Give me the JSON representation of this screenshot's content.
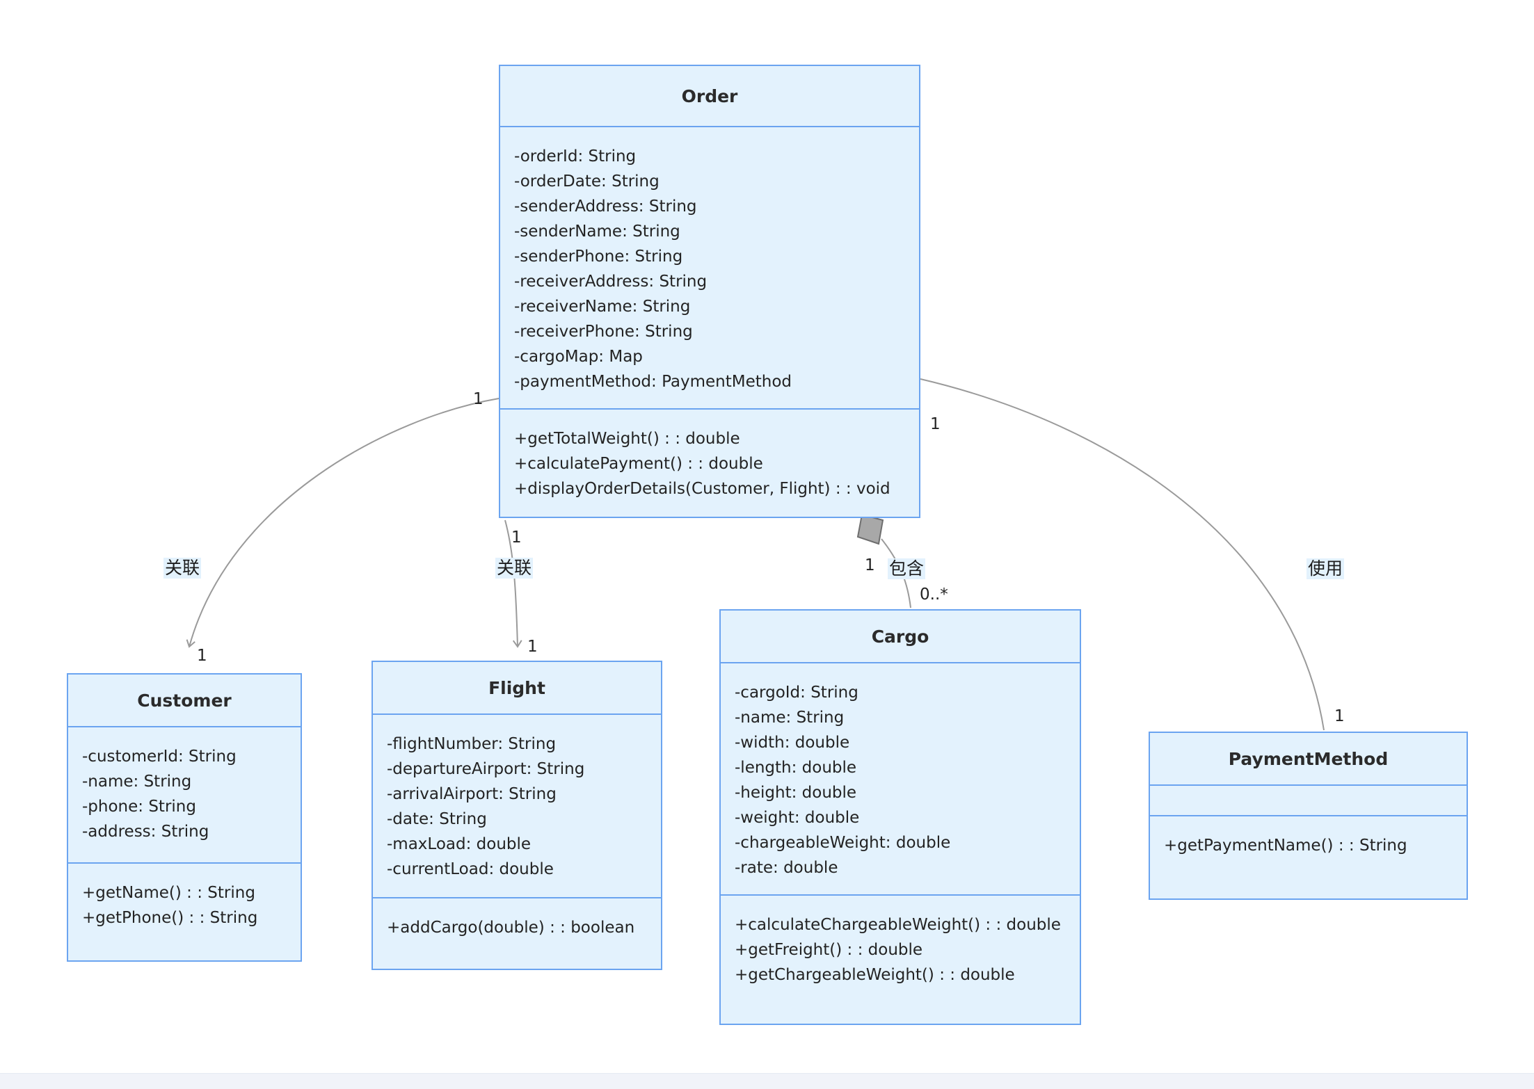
{
  "diagram": {
    "type": "uml-class-diagram",
    "background_color": "#ffffff",
    "class_fill_color": "#e3f2fd",
    "class_border_color": "#6ba4f0",
    "edge_color": "#9a9a9a",
    "diamond_fill_color": "#a8a8a8"
  },
  "classes": {
    "order": {
      "name": "Order",
      "attributes": [
        "-orderId: String",
        "-orderDate: String",
        "-senderAddress: String",
        "-senderName: String",
        "-senderPhone: String",
        "-receiverAddress: String",
        "-receiverName: String",
        "-receiverPhone: String",
        "-cargoMap: Map",
        "-paymentMethod: PaymentMethod"
      ],
      "methods": [
        "+getTotalWeight() : : double",
        "+calculatePayment() : : double",
        "+displayOrderDetails(Customer, Flight) : : void"
      ]
    },
    "customer": {
      "name": "Customer",
      "attributes": [
        "-customerId: String",
        "-name: String",
        "-phone: String",
        "-address: String"
      ],
      "methods": [
        "+getName() : : String",
        "+getPhone() : : String"
      ]
    },
    "flight": {
      "name": "Flight",
      "attributes": [
        "-flightNumber: String",
        "-departureAirport: String",
        "-arrivalAirport: String",
        "-date: String",
        "-maxLoad: double",
        "-currentLoad: double"
      ],
      "methods": [
        "+addCargo(double) : : boolean"
      ]
    },
    "cargo": {
      "name": "Cargo",
      "attributes": [
        "-cargoId: String",
        "-name: String",
        "-width: double",
        "-length: double",
        "-height: double",
        "-weight: double",
        "-chargeableWeight: double",
        "-rate: double"
      ],
      "methods": [
        "+calculateChargeableWeight() : : double",
        "+getFreight() : : double",
        "+getChargeableWeight() : : double"
      ]
    },
    "payment_method": {
      "name": "PaymentMethod",
      "attributes": [],
      "methods": [
        "+getPaymentName() : : String"
      ]
    }
  },
  "relationships": {
    "order_customer": {
      "label": "关联",
      "source_multiplicity": "1",
      "target_multiplicity": "1"
    },
    "order_flight": {
      "label": "关联",
      "source_multiplicity": "1",
      "target_multiplicity": "1"
    },
    "order_cargo": {
      "label": "包含",
      "source_multiplicity": "1",
      "target_multiplicity": "0..*"
    },
    "order_payment": {
      "label": "使用",
      "source_multiplicity": "1",
      "target_multiplicity": "1"
    }
  }
}
